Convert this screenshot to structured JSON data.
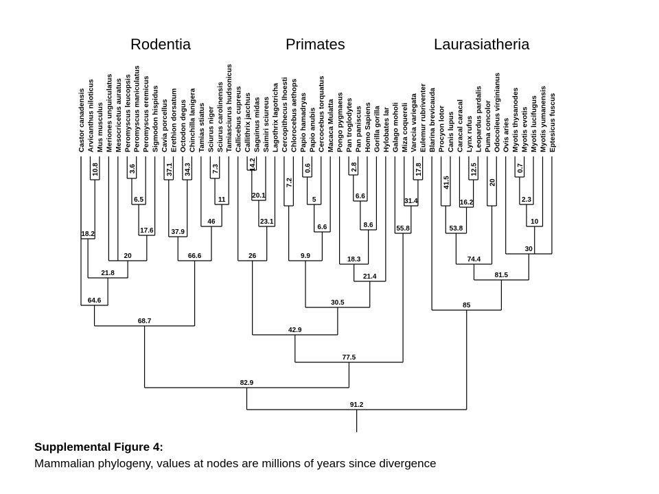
{
  "groups": {
    "rodentia": "Rodentia",
    "primates": "Primates",
    "laurasiatheria": "Laurasiatheria"
  },
  "caption": {
    "title": "Supplemental Figure 4:",
    "text": "Mammalian phylogeny, values at nodes are millions of years since divergence"
  },
  "species": [
    "Castor canadensis",
    "Arvicanthus niloticus",
    "Mus musculus",
    "Meriones unguiculatus",
    "Mesocricetus auratus",
    "Peromyscus leucopsis",
    "Peromyscus maniculatus",
    "Peromyscus eremicus",
    "Sigmodon hispidus",
    "Cavia porcellus",
    "Erethion dorsatum",
    "Octodon degus",
    "Chinchilla lanigera",
    "Tamias stiatus",
    "Sciurus niger",
    "Sciurus carolinensis",
    "Tamiasciurus hudsonicus",
    "Callicebus cupreus",
    "Callithrix jacchus",
    "Saguinus midas",
    "Saimiri sciureus",
    "Lagothrix lagotricha",
    "Cercopithecus lhoesti",
    "Chlorocebus aethops",
    "Papio hamadryas",
    "Papio anubis",
    "Cercocebus torquatus",
    "Macaca Mulatta",
    "Pongo pygmaeus",
    "Pan troglodytes",
    "Pan paniscus",
    "Homo Sapiens",
    "Gorilla gorilla",
    "Hylobates lar",
    "Galago moholi",
    "Miza coquereli",
    "Varecia variegata",
    "Eulemur rubriventer",
    "Blarina brevicauda",
    "Procyon lotor",
    "Canis lupus",
    "Caracal caracal",
    "Lynx rufus",
    "Leopardus pardalis",
    "Puma concolor",
    "Odocoileus virginianus",
    "Ovis aries",
    "Myotis thysanodes",
    "Myotis evotis",
    "Myotis lucifugus",
    "Myotis yumanensis",
    "Eptesicus fuscus"
  ],
  "tree": [
    {
      "id": "n1",
      "age": "10.8",
      "c": [
        1,
        2
      ]
    },
    {
      "id": "n2",
      "age": "18.2",
      "c": [
        0,
        "n1"
      ]
    },
    {
      "id": "n3",
      "age": "3.6",
      "c": [
        5,
        6
      ]
    },
    {
      "id": "n4",
      "age": "6.5",
      "c": [
        "n3",
        7
      ]
    },
    {
      "id": "n5",
      "age": "17.6",
      "c": [
        "n4",
        8
      ]
    },
    {
      "id": "n6",
      "age": "20",
      "c": [
        3,
        4,
        "n5"
      ]
    },
    {
      "id": "n7",
      "age": "21.8",
      "c": [
        "n2",
        "n6"
      ]
    },
    {
      "id": "n8",
      "age": "64.6",
      "c": [
        0,
        "n7"
      ]
    },
    {
      "id": "n9",
      "age": "37.1",
      "c": [
        9,
        10
      ]
    },
    {
      "id": "n10",
      "age": "34.3",
      "c": [
        11,
        12
      ]
    },
    {
      "id": "n11",
      "age": "37.9",
      "c": [
        "n9",
        "n10"
      ]
    },
    {
      "id": "n12",
      "age": "7.3",
      "c": [
        14,
        15
      ]
    },
    {
      "id": "n13",
      "age": "11",
      "c": [
        "n12",
        16
      ]
    },
    {
      "id": "n14",
      "age": "46",
      "c": [
        13,
        "n13"
      ]
    },
    {
      "id": "n15",
      "age": "66.6",
      "c": [
        "n11",
        "n14"
      ]
    },
    {
      "id": "n16",
      "age": "68.7",
      "c": [
        "n8",
        "n15"
      ]
    },
    {
      "id": "n17",
      "age": "14.2",
      "c": [
        18,
        19
      ]
    },
    {
      "id": "n18",
      "age": "20.1",
      "c": [
        "n17",
        20
      ]
    },
    {
      "id": "n19",
      "age": "23.1",
      "c": [
        "n18",
        21
      ]
    },
    {
      "id": "n20",
      "age": "26",
      "c": [
        17,
        "n19"
      ]
    },
    {
      "id": "n21",
      "age": "7.2",
      "c": [
        22,
        23
      ]
    },
    {
      "id": "n22",
      "age": "0.6",
      "c": [
        24,
        25
      ]
    },
    {
      "id": "n23",
      "age": "5",
      "c": [
        "n22",
        26
      ]
    },
    {
      "id": "n24",
      "age": "6.6",
      "c": [
        "n23",
        27
      ]
    },
    {
      "id": "n25",
      "age": "9.9",
      "c": [
        "n21",
        "n24"
      ]
    },
    {
      "id": "n26",
      "age": "2.8",
      "c": [
        29,
        30
      ]
    },
    {
      "id": "n27",
      "age": "6.6",
      "c": [
        "n26",
        31
      ]
    },
    {
      "id": "n28",
      "age": "8.6",
      "c": [
        "n27",
        32
      ]
    },
    {
      "id": "n29",
      "age": "18.3",
      "c": [
        28,
        "n28"
      ]
    },
    {
      "id": "n30",
      "age": "21.4",
      "c": [
        "n29",
        33
      ]
    },
    {
      "id": "n31",
      "age": "30.5",
      "c": [
        "n25",
        "n30"
      ]
    },
    {
      "id": "n32",
      "age": "42.9",
      "c": [
        "n20",
        "n31"
      ]
    },
    {
      "id": "n33",
      "age": "17.8",
      "c": [
        36,
        37
      ]
    },
    {
      "id": "n34",
      "age": "31.4",
      "c": [
        35,
        "n33"
      ]
    },
    {
      "id": "n35",
      "age": "55.8",
      "c": [
        34,
        "n34"
      ]
    },
    {
      "id": "n36",
      "age": "77.5",
      "c": [
        "n32",
        "n35"
      ]
    },
    {
      "id": "n37",
      "age": "82.9",
      "c": [
        "n16",
        "n36"
      ]
    },
    {
      "id": "n38",
      "age": "12.5",
      "c": [
        42,
        43
      ]
    },
    {
      "id": "n39",
      "age": "16.2",
      "c": [
        41,
        "n38"
      ]
    },
    {
      "id": "n40",
      "age": "41.5",
      "c": [
        39,
        40
      ]
    },
    {
      "id": "n41",
      "age": "53.8",
      "c": [
        "n40",
        "n39"
      ]
    },
    {
      "id": "n42",
      "age": "20",
      "c": [
        44,
        45
      ]
    },
    {
      "id": "n43",
      "age": "74.4",
      "c": [
        "n41",
        "n42"
      ]
    },
    {
      "id": "n44",
      "age": "0.7",
      "c": [
        47,
        48
      ]
    },
    {
      "id": "n45",
      "age": "2.3",
      "c": [
        "n44",
        49
      ]
    },
    {
      "id": "n46",
      "age": "10",
      "c": [
        "n45",
        50
      ]
    },
    {
      "id": "n47",
      "age": "30",
      "c": [
        46,
        "n46",
        51
      ]
    },
    {
      "id": "n48",
      "age": "81.5",
      "c": [
        "n43",
        "n47"
      ]
    },
    {
      "id": "n49",
      "age": "85",
      "c": [
        38,
        "n48"
      ]
    },
    {
      "id": "n50",
      "age": "91.2",
      "c": [
        "n37",
        "n49"
      ]
    }
  ]
}
